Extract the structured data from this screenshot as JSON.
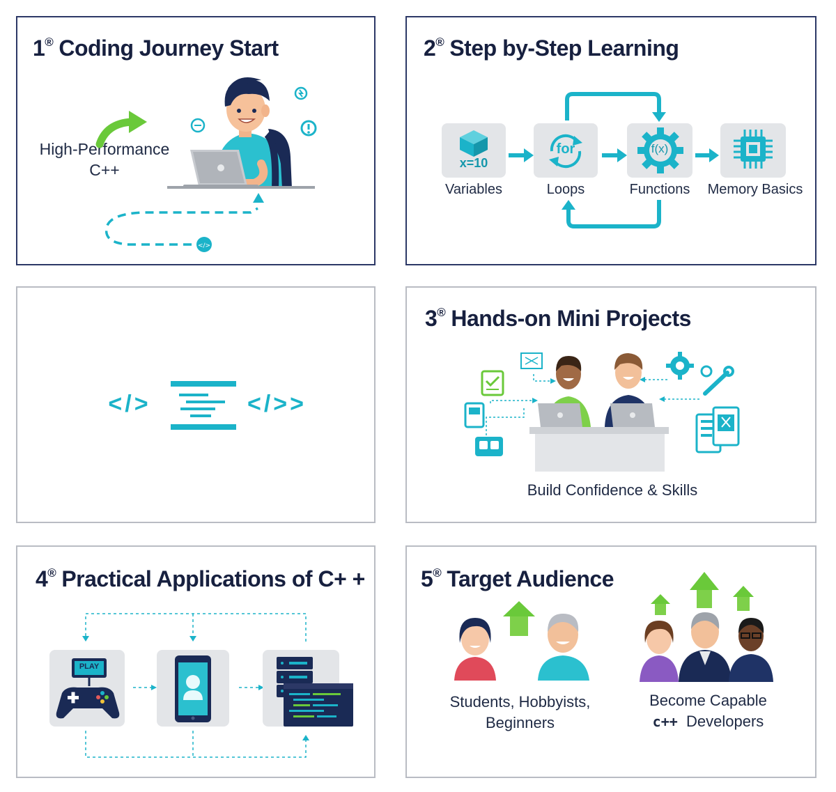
{
  "colors": {
    "navy": "#17203f",
    "teal": "#1bb3c9",
    "green": "#6ac93a",
    "tile": "#e3e5e8"
  },
  "panel1": {
    "num": "1",
    "sup": "®",
    "title": "Coding Journey Start",
    "caption_line1": "High-Performance",
    "caption_line2": "C++"
  },
  "panel2": {
    "num": "2",
    "sup": "®",
    "title": "Step by-Step Learning",
    "steps": [
      "Variables",
      "Loops",
      "Functions",
      "Memory Basics"
    ],
    "var_text": "x=10",
    "loop_text": "for",
    "func_text": "f(x)"
  },
  "panel_code": {
    "left_tag": "</>",
    "right_tag": "</>>"
  },
  "panel3": {
    "num": "3",
    "sup": "®",
    "title": "Hands-on Mini Projects",
    "caption": "Build Confidence & Skills"
  },
  "panel4": {
    "num": "4",
    "sup": "®",
    "title": "Practical Applications of C+  +",
    "play_label": "PLAY"
  },
  "panel5": {
    "num": "5",
    "sup": "®",
    "title": "Target Audience",
    "left_caption_1": "Students, Hobbyists,",
    "left_caption_2": "Beginners",
    "right_caption_1": "Become Capable",
    "right_caption_2a": "c++",
    "right_caption_2b": "Developers"
  }
}
